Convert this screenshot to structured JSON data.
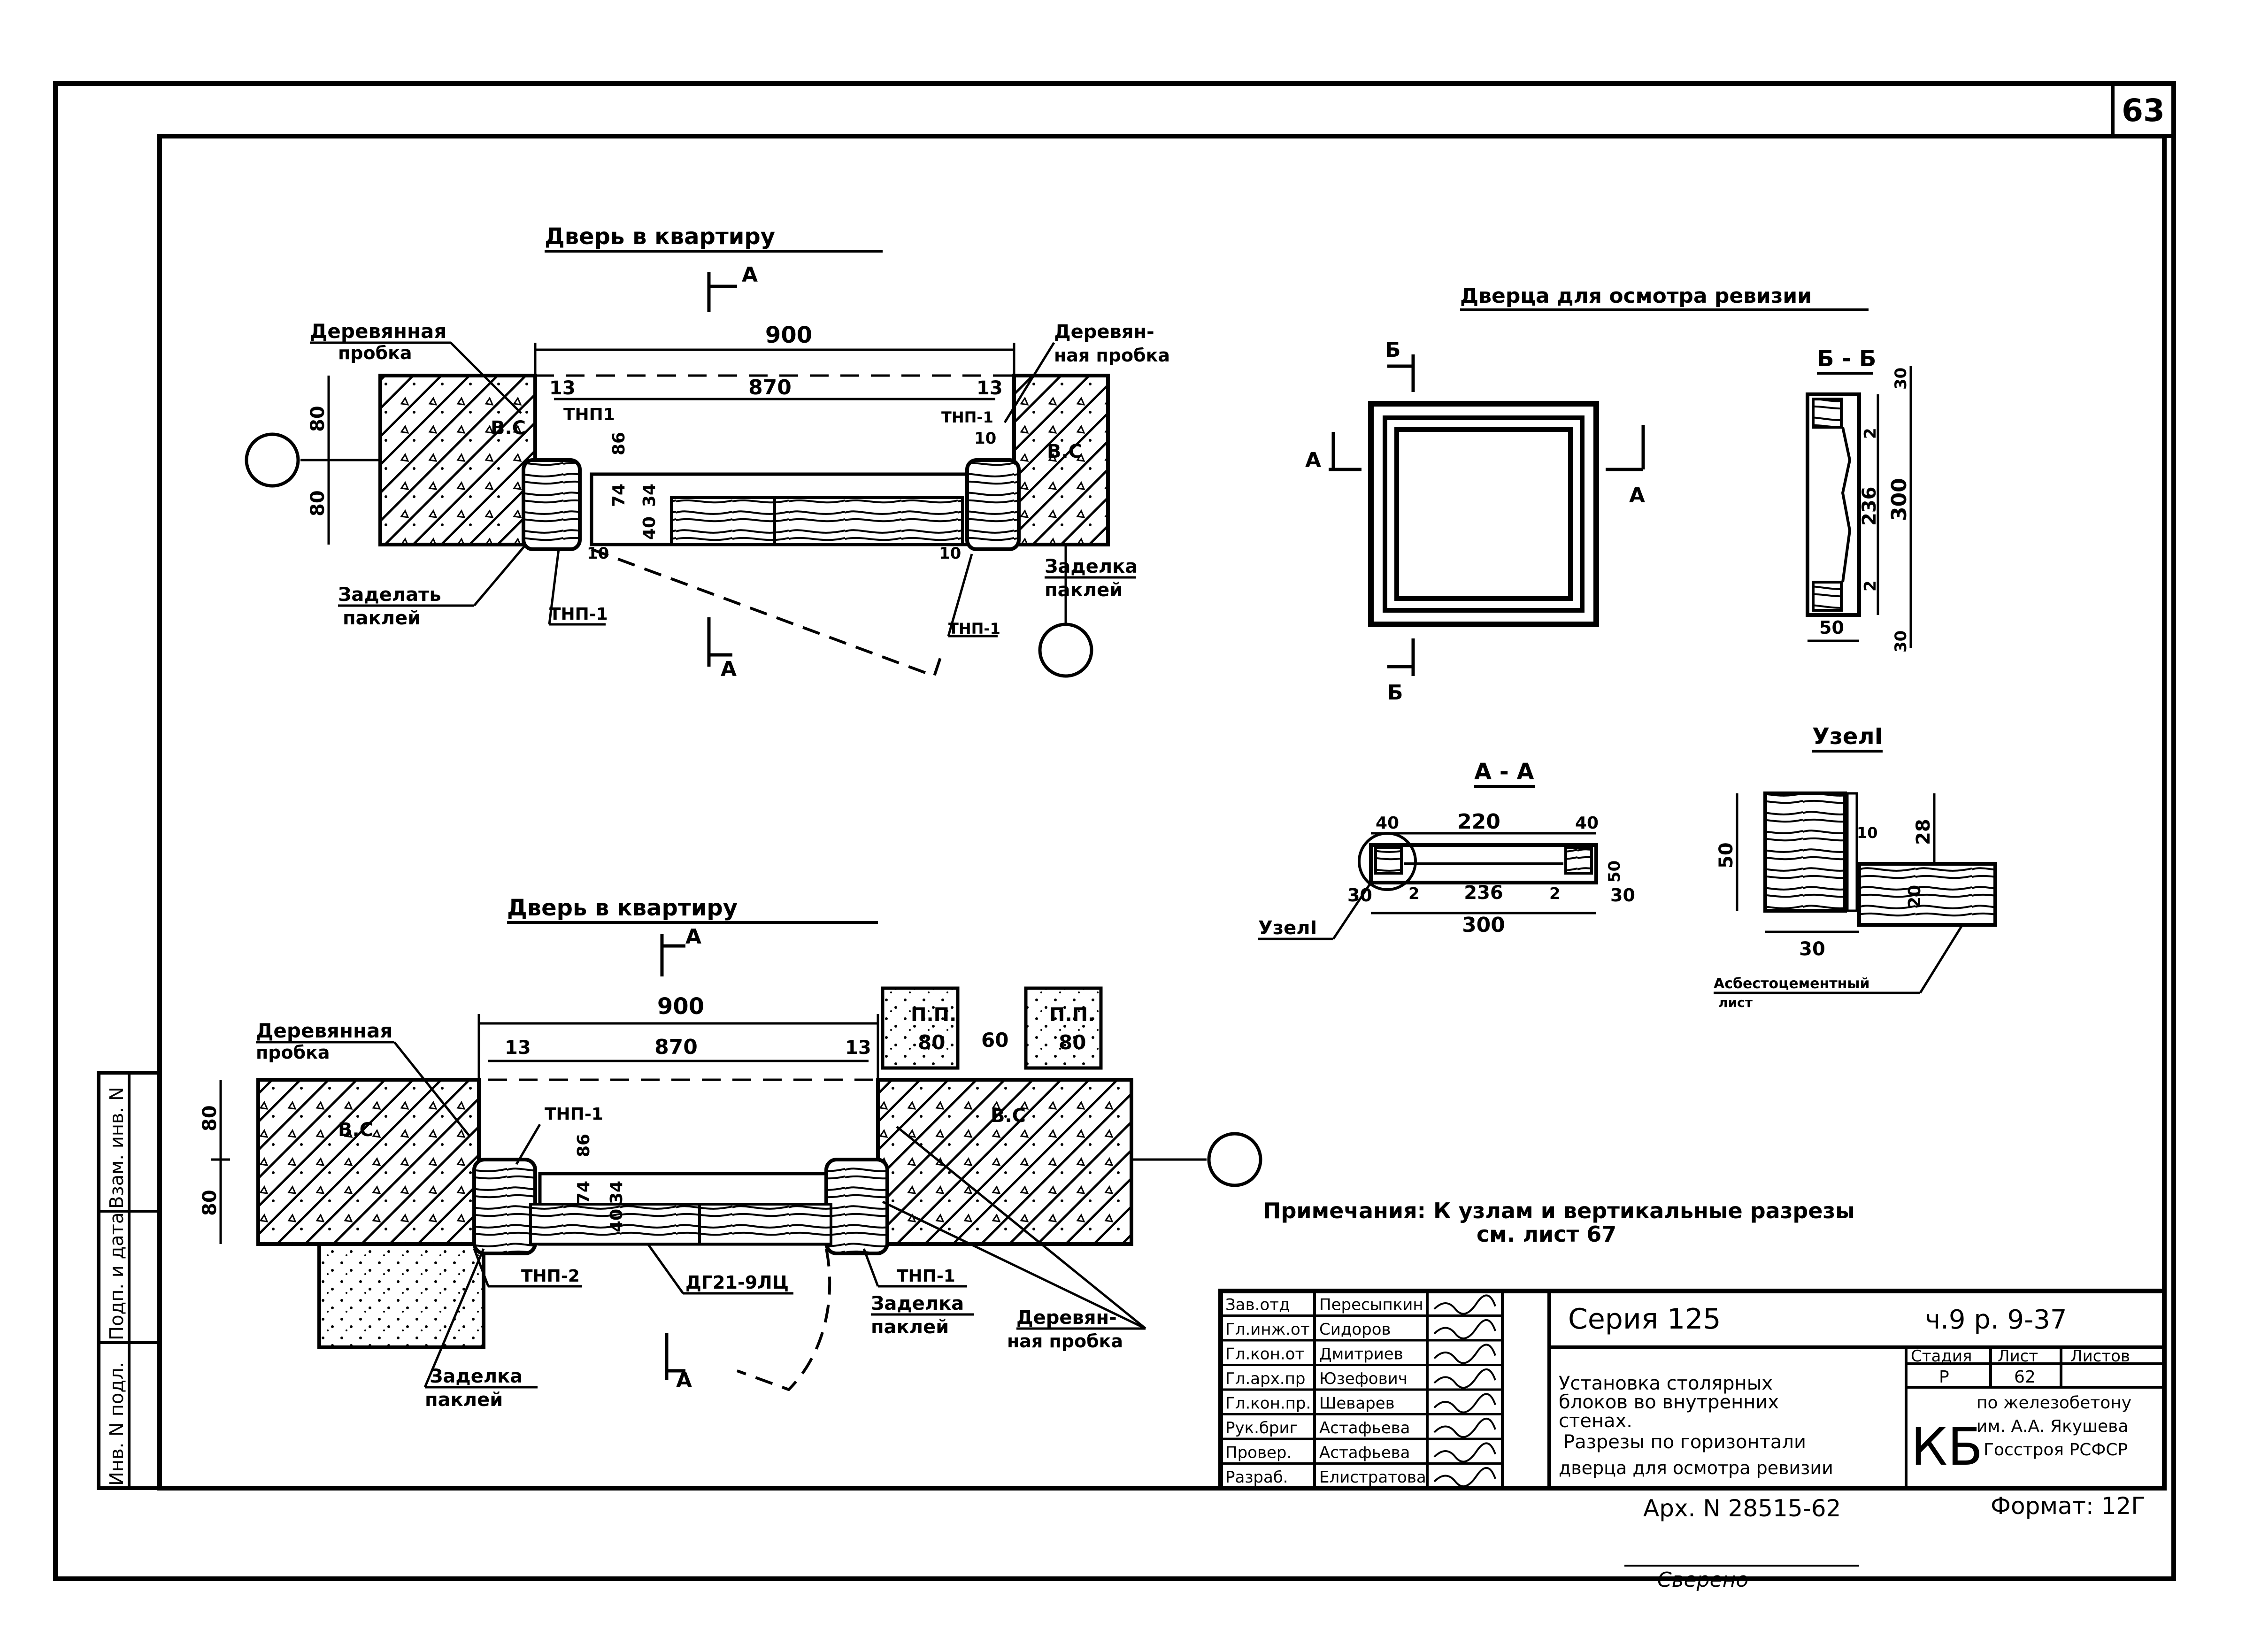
{
  "sheet_number": "63",
  "views": {
    "door_top": {
      "title": "Дверь в квартиру",
      "section_mark": "А",
      "dim_overall": "900",
      "dim_clear": "870",
      "dim_side_left": "13",
      "dim_side_right": "13",
      "dim_80_a": "80",
      "dim_80_b": "80",
      "dim_86": "86",
      "dim_74": "74",
      "dim_34": "34",
      "dim_40": "40",
      "dim_10_a": "10",
      "dim_10_b": "10",
      "dim_10_c": "10",
      "label_wood_plug_left": [
        "Деревянная",
        "пробка"
      ],
      "label_wood_plug_right": [
        "Деревян-",
        "ная пробка"
      ],
      "label_seal_left": [
        "Заделать",
        "паклей"
      ],
      "label_seal_right": [
        "Заделка",
        "паклей"
      ],
      "tnp_labels": [
        "ТНП1",
        "ТНП-1",
        "ТНП-1",
        "ТНП-1"
      ],
      "concrete_mark": "В.С"
    },
    "door_bottom": {
      "title": "Дверь в квартиру",
      "section_mark": "А",
      "dim_overall": "900",
      "dim_clear": "870",
      "dim_side_left": "13",
      "dim_side_right": "13",
      "dim_80_a": "80",
      "dim_80_b": "80",
      "dim_86": "86",
      "dim_74": "74",
      "dim_34": "34",
      "dim_40": "40",
      "pp_label": "П.П.",
      "pp_value_1": "80",
      "pp_value_2": "80",
      "pp_gap": "60",
      "label_wood_plug_left": [
        "Деревянная",
        "пробка"
      ],
      "label_wood_plug_right": [
        "Деревян-",
        "ная пробка"
      ],
      "label_seal_left": [
        "Заделка",
        "паклей"
      ],
      "label_seal_right": [
        "Заделка",
        "паклей"
      ],
      "tnp_left": "ТНП-1",
      "tnp_bottom_left": "ТНП-2",
      "tnp_bottom_right": "ТНП-1",
      "door_mark": "ДГ21-9ЛЦ",
      "concrete_mark": "В.С"
    },
    "hatch": {
      "title": "Дверца для осмотра ревизии",
      "mark_b": "Б",
      "mark_a": "А"
    },
    "section_bb": {
      "title": "Б - Б",
      "dims": [
        "30",
        "2",
        "236",
        "300",
        "2",
        "50",
        "30"
      ]
    },
    "section_aa": {
      "title": "А - А",
      "dims_top": [
        "40",
        "220",
        "40"
      ],
      "dims_mid": [
        "2",
        "236",
        "2"
      ],
      "dims_side": [
        "50",
        "30"
      ],
      "dim_bottom": "300",
      "dim_left": "30",
      "node_label": "УзелI"
    },
    "node1": {
      "title": "УзелI",
      "dims": [
        "50",
        "10",
        "28",
        "20",
        "30"
      ],
      "material_label": [
        "Асбестоцементный",
        "лист"
      ]
    }
  },
  "note": {
    "line1": "Примечания: К узлам и вертикальные разрезы",
    "line2": "см. лист 67"
  },
  "title_block": {
    "rows": [
      {
        "role": "Зав.отд",
        "name": "Пересыпкин"
      },
      {
        "role": "Гл.инж.от",
        "name": "Сидоров"
      },
      {
        "role": "Гл.кон.от",
        "name": "Дмитриев"
      },
      {
        "role": "Гл.арх.пр",
        "name": "Юзефович"
      },
      {
        "role": "Гл.кон.пр.",
        "name": "Шеварев"
      },
      {
        "role": "Рук.бриг",
        "name": "Астафьева"
      },
      {
        "role": "Провер.",
        "name": "Астафьева"
      },
      {
        "role": "Разраб.",
        "name": "Елистратова"
      }
    ],
    "series": "Серия 125",
    "part": "ч.9 р. 9-37",
    "description": [
      "Установка столярных",
      "блоков во внутренних",
      "стенах.",
      "Разрезы по горизонтали",
      "дверца для осмотра ревизии"
    ],
    "headers": [
      "Стадия",
      "Лист",
      "Листов"
    ],
    "stage": "Р",
    "sheet": "62",
    "org_logo": "КБ",
    "org": [
      "по железобетону",
      "им. А.А. Якушева",
      "Госстроя РСФСР"
    ]
  },
  "side_stamp": [
    "Инв. N подл.",
    "Подп. и дата",
    "Взам. инв. N"
  ],
  "archive": "Арх. N 28515-62",
  "format": "Формат: 12Г",
  "handwriting": "Сверено"
}
